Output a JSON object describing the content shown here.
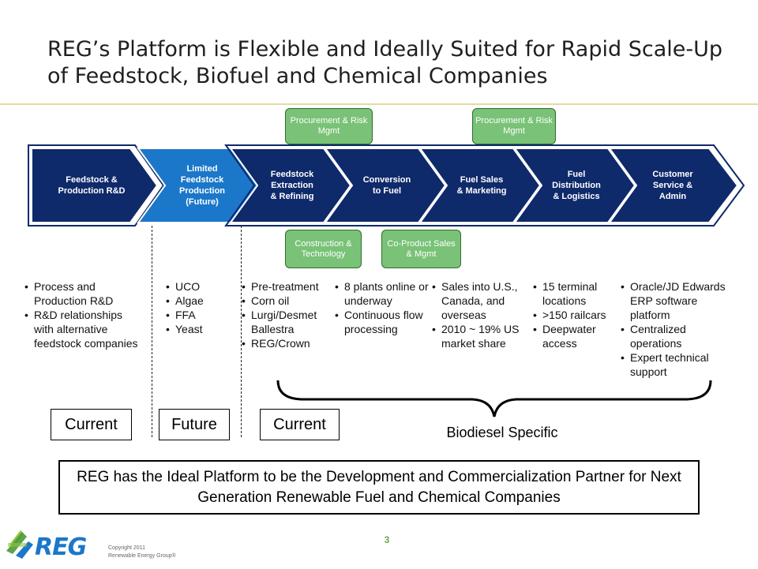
{
  "title": "REG’s Platform is Flexible and Ideally Suited for Rapid Scale-Up of Feedstock, Biofuel and Chemical Companies",
  "top_pills": [
    "Procurement & Risk Mgmt",
    "Procurement & Risk Mgmt"
  ],
  "bottom_pills": [
    "Construction & Technology",
    "Co-Product Sales & Mgmt"
  ],
  "chevrons": [
    "Feedstock &\nProduction R&D",
    "Limited\nFeedstock\nProduction\n(Future)",
    "Feedstock\nExtraction\n& Refining",
    "Conversion\nto Fuel",
    "Fuel Sales\n& Marketing",
    "Fuel\nDistribution\n& Logistics",
    "Customer\nService &\nAdmin"
  ],
  "bullets": [
    [
      "Process and Production R&D",
      "R&D relationships with alternative feedstock companies"
    ],
    [
      "UCO",
      "Algae",
      "FFA",
      "Yeast"
    ],
    [
      "Pre-treatment",
      "Corn oil",
      "Lurgi/Desmet Ballestra",
      "REG/Crown"
    ],
    [
      "8 plants online or underway",
      "Continuous flow processing"
    ],
    [
      "Sales into U.S., Canada, and overseas",
      "2010 ~ 19% US market share"
    ],
    [
      "15 terminal locations",
      ">150 railcars",
      "Deepwater access"
    ],
    [
      "Oracle/JD Edwards ERP software platform",
      "Centralized operations",
      "Expert technical support"
    ]
  ],
  "tags": [
    "Current",
    "Future",
    "Current"
  ],
  "brace_label": "Biodiesel Specific",
  "callout": "REG has the Ideal Platform to be the Development and Commercialization Partner for Next Generation Renewable Fuel and Chemical Companies",
  "page_number": "3",
  "copyright": [
    "Copyright 2011",
    "Renewable Energy Group®"
  ],
  "logo_text": "REG",
  "colors": {
    "chevron_navy": "#0f2a6b",
    "chevron_blue": "#1b77c9",
    "pill_green": "#79c277",
    "accent_line": "#e2dca0",
    "page_number_green": "#6aa84f"
  }
}
